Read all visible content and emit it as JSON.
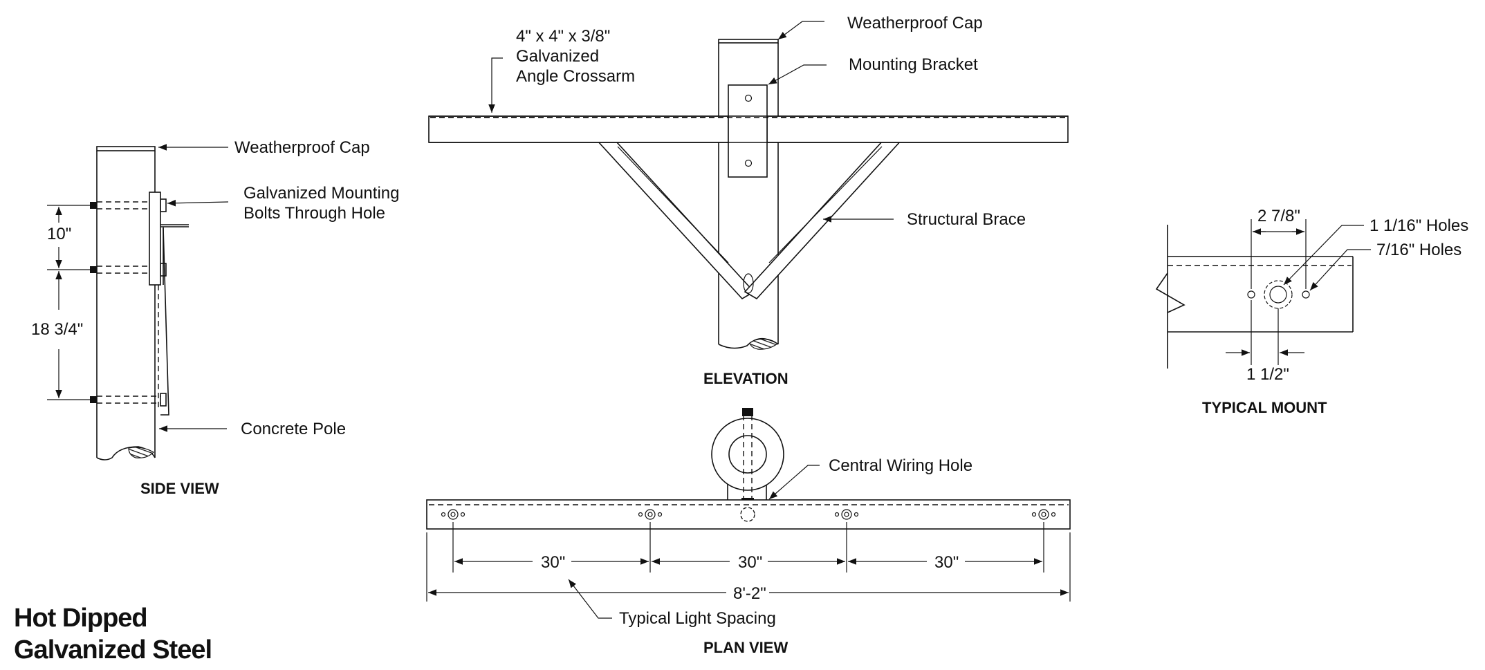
{
  "side_view": {
    "title": "SIDE VIEW",
    "labels": {
      "weatherproof_cap": "Weatherproof Cap",
      "mounting_bolts_line1": "Galvanized Mounting",
      "mounting_bolts_line2": "Bolts Through Hole",
      "concrete_pole": "Concrete Pole"
    },
    "dimensions": {
      "upper": "10\"",
      "lower": "18 3/4\""
    }
  },
  "elevation": {
    "title": "ELEVATION",
    "labels": {
      "crossarm_line1": "4\" x 4\" x 3/8\"",
      "crossarm_line2": "Galvanized",
      "crossarm_line3": "Angle Crossarm",
      "weatherproof_cap": "Weatherproof Cap",
      "mounting_bracket": "Mounting Bracket",
      "structural_brace": "Structural Brace"
    }
  },
  "plan_view": {
    "title": "PLAN VIEW",
    "labels": {
      "central_wiring_hole": "Central Wiring Hole",
      "typical_light_spacing": "Typical Light Spacing"
    },
    "dimensions": {
      "spacing": [
        "30\"",
        "30\"",
        "30\""
      ],
      "overall": "8'-2\""
    }
  },
  "typical_mount": {
    "title": "TYPICAL MOUNT",
    "labels": {
      "large_holes": "1 1/16\" Holes",
      "small_holes": "7/16\" Holes"
    },
    "dimensions": {
      "top": "2 7/8\"",
      "bottom": "1 1/2\""
    }
  },
  "material": {
    "line1": "Hot Dipped",
    "line2": "Galvanized Steel"
  }
}
